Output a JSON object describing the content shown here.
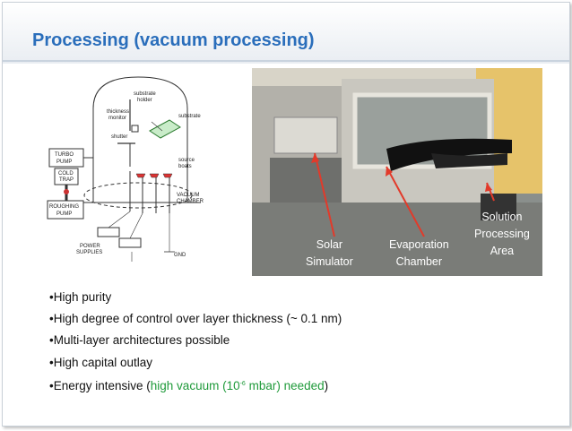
{
  "slide": {
    "title": "Processing (vacuum processing)"
  },
  "schematic": {
    "labels": {
      "substrate_holder_1": "substrate",
      "substrate_holder_2": "holder",
      "thickness_monitor_1": "thickness",
      "thickness_monitor_2": "monitor",
      "substrate": "substrate",
      "shutter": "shutter",
      "source_boats_1": "source",
      "source_boats_2": "boats",
      "turbo_pump_1": "TURBO",
      "turbo_pump_2": "PUMP",
      "cold_trap_1": "COLD",
      "cold_trap_2": "TRAP",
      "roughing_pump_1": "ROUGHING",
      "roughing_pump_2": "PUMP",
      "vacuum_chamber_1": "VACUUM",
      "vacuum_chamber_2": "CHAMBER",
      "power_supplies_1": "POWER",
      "power_supplies_2": "SUPPLIES",
      "gnd": "GND"
    }
  },
  "photo": {
    "labels": {
      "solar_simulator_1": "Solar",
      "solar_simulator_2": "Simulator",
      "evaporation_chamber_1": "Evaporation",
      "evaporation_chamber_2": "Chamber",
      "solution_area_1": "Solution",
      "solution_area_2": "Processing",
      "solution_area_3": "Area"
    },
    "colors": {
      "arrow": "#e23a2a",
      "glove": "#111111",
      "metal": "#b9b7b0"
    }
  },
  "bullets": {
    "b1": "•High purity",
    "b2": "•High degree of control over layer thickness (~ 0.1 nm)",
    "b3": "•Multi-layer architectures possible",
    "b4": "•High capital outlay",
    "b5_prefix": "•Energy intensive (",
    "b5_green_a": "high vacuum (10",
    "b5_sup": "-6",
    "b5_green_b": " mbar) needed",
    "b5_suffix": ")"
  },
  "colors": {
    "title": "#2a6ebb",
    "highlight": "#1f9a3a"
  }
}
